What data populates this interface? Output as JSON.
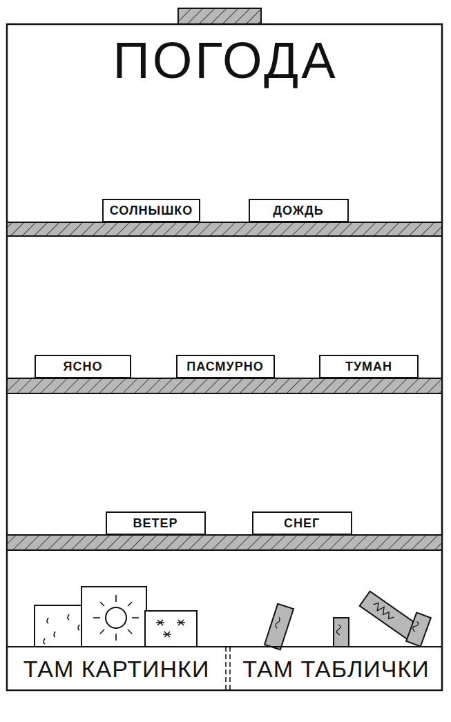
{
  "diagram": {
    "title": "ПОГОДА",
    "nodes": [
      {
        "text": [
          "СОЛНЫШКО"
        ]
      },
      {
        "text": [
          "ДОЖДЬ"
        ]
      },
      {
        "text": [
          "ЯСНО"
        ]
      },
      {
        "text": [
          "ПАСМУРНО"
        ]
      },
      {
        "text": [
          "ТУМАН"
        ]
      },
      {
        "text": [
          "ВЕТЕР"
        ]
      },
      {
        "text": [
          "СНЕГ"
        ]
      },
      {
        "text": [
          "ТАМ КАРТИНКИ"
        ]
      },
      {
        "text": [
          "ТАМ ТАБЛИЧКИ"
        ]
      }
    ]
  }
}
